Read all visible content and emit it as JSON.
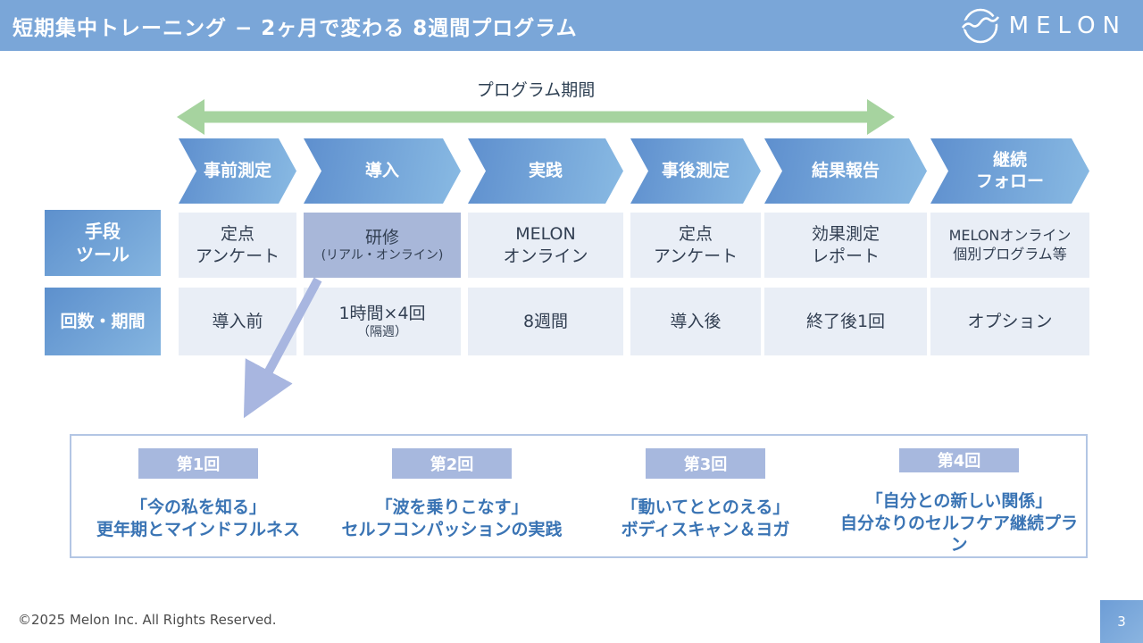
{
  "slide": {
    "title": "短期集中トレーニング − 2ヶ月で変わる 8週間プログラム",
    "logo_text": "MELON",
    "footer": "©2025 Melon Inc. All Rights Reserved.",
    "page_number": "3"
  },
  "timeline": {
    "period_label": "プログラム期間",
    "steps": [
      {
        "label": "事前測定"
      },
      {
        "label": "導入"
      },
      {
        "label": "実践"
      },
      {
        "label": "事後測定"
      },
      {
        "label": "結果報告"
      },
      {
        "label": "継続\nフォロー"
      }
    ]
  },
  "table": {
    "row_labels": [
      {
        "label": "手段\nツール"
      },
      {
        "label": "回数・期間"
      }
    ],
    "tools_row": [
      {
        "text": "定点\nアンケート"
      },
      {
        "text": "研修",
        "sub": "(リアル・オンライン)"
      },
      {
        "text": "MELON\nオンライン"
      },
      {
        "text": "定点\nアンケート"
      },
      {
        "text": "効果測定\nレポート"
      },
      {
        "text": "MELONオンライン\n個別プログラム等"
      }
    ],
    "schedule_row": [
      {
        "text": "導入前"
      },
      {
        "text": "1時間×4回",
        "sub": "（隔週）"
      },
      {
        "text": "8週間"
      },
      {
        "text": "導入後"
      },
      {
        "text": "終了後1回"
      },
      {
        "text": "オプション"
      }
    ]
  },
  "sessions": {
    "items": [
      {
        "badge": "第1回",
        "title": "「今の私を知る」\n更年期とマインドフルネス"
      },
      {
        "badge": "第2回",
        "title": "「波を乗りこなす」\nセルフコンパッションの実践"
      },
      {
        "badge": "第3回",
        "title": "「動いてととのえる」\nボディスキャン＆ヨガ"
      },
      {
        "badge": "第4回",
        "title": "「自分との新しい関係」\n自分なりのセルフケア継続プラン"
      }
    ]
  },
  "colors": {
    "header_blue": "#7aa6d8",
    "chevron_start": "#5e8fce",
    "chevron_end": "#89bae3",
    "cell_light": "#e9eef6",
    "cell_highlight": "#a8b7d9",
    "green_arrow": "#a6d39f",
    "badge_periwinkle": "#a7b8de",
    "session_blue": "#3a74b4",
    "dark_text": "#323f52",
    "connector_arrow": "#a8b6e0"
  }
}
